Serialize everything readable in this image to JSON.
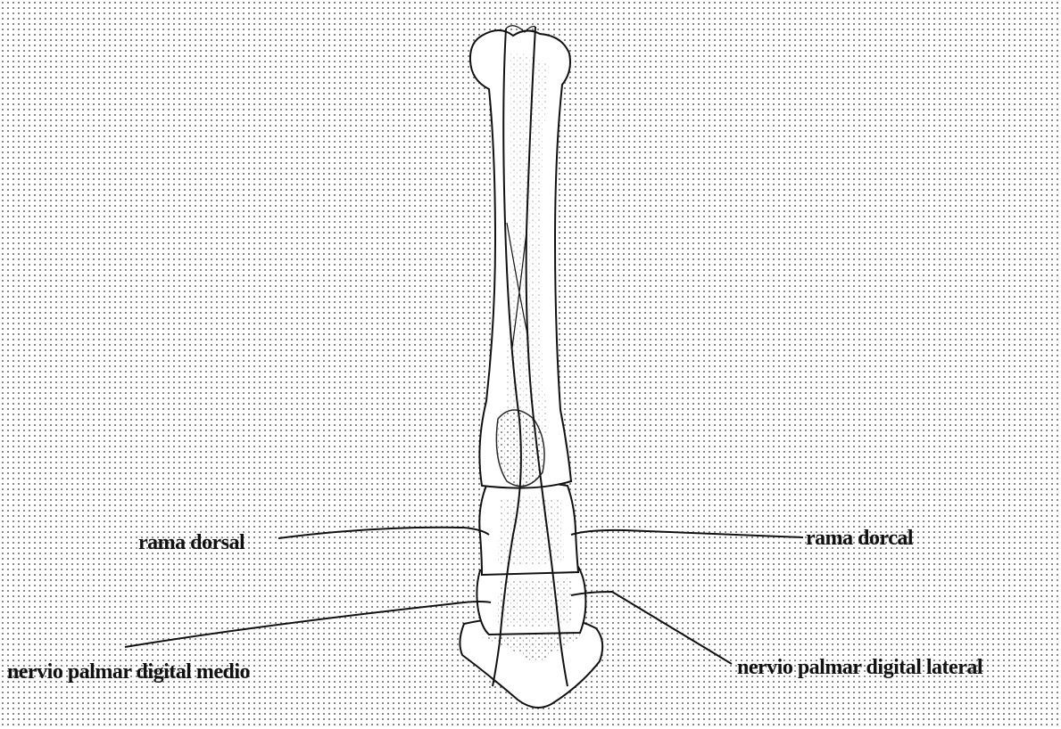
{
  "labels": {
    "dorsal_branch_left": "rama dorsal",
    "dorsal_branch_right": "rama dorcal",
    "medial_palmar_digital_nerve": "nervio palmar digital medio",
    "lateral_palmar_digital_nerve": "nervio palmar digital lateral"
  },
  "colors": {
    "ink": "#111111",
    "dot_grid": "#6a6a6a",
    "background": "#ffffff"
  }
}
